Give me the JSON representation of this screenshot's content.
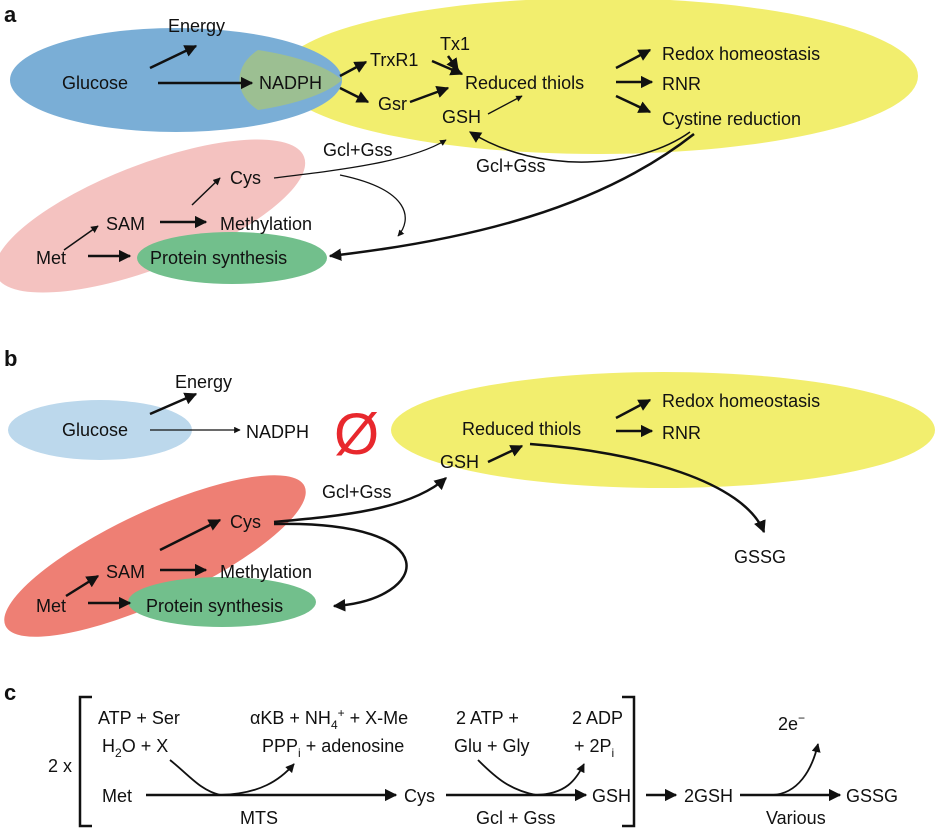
{
  "panels": {
    "a": "a",
    "b": "b",
    "c": "c"
  },
  "panel_a": {
    "energy": "Energy",
    "glucose": "Glucose",
    "nadph": "NADPH",
    "trxr1": "TrxR1",
    "tx1": "Tx1",
    "gsr": "Gsr",
    "reduced_thiols": "Reduced thiols",
    "gsh": "GSH",
    "redox_homeostasis": "Redox homeostasis",
    "rnr": "RNR",
    "cystine_reduction": "Cystine reduction",
    "gcl_gss_1": "Gcl+Gss",
    "gcl_gss_2": "Gcl+Gss",
    "cys": "Cys",
    "sam": "SAM",
    "methylation": "Methylation",
    "met": "Met",
    "protein_synthesis": "Protein synthesis"
  },
  "panel_b": {
    "energy": "Energy",
    "glucose": "Glucose",
    "nadph": "NADPH",
    "null_symbol": "Ø",
    "reduced_thiols": "Reduced thiols",
    "redox_homeostasis": "Redox homeostasis",
    "rnr": "RNR",
    "gsh": "GSH",
    "gcl_gss": "Gcl+Gss",
    "cys": "Cys",
    "sam": "SAM",
    "methylation": "Methylation",
    "met": "Met",
    "protein_synthesis": "Protein synthesis",
    "gssg": "GSSG"
  },
  "panel_c": {
    "multiplier": "2 x",
    "atp_ser": "ATP + Ser",
    "h2o_x": "H2O + X",
    "akb_line_1": "αKB + NH4+ + X-Me",
    "akb_line_2": "PPPi + adenosine",
    "atp_2": "2 ATP +",
    "glu_gly": "Glu + Gly",
    "adp_2": "2 ADP",
    "pi_2": "+ 2Pi",
    "met": "Met",
    "mts": "MTS",
    "cys": "Cys",
    "gcl_gss": "Gcl + Gss",
    "gsh": "GSH",
    "gsh2": "2GSH",
    "electrons": "2e−",
    "various": "Various",
    "gssg": "GSSG"
  },
  "colors": {
    "glucose_blue_a": "#7aaed6",
    "glucose_blue_b": "#bcd8ec",
    "yellow": "#f2ee6e",
    "pink_a": "#f4c2c0",
    "red_b": "#ee7f74",
    "green": "#72bf8c",
    "null_red": "#e8282d"
  }
}
